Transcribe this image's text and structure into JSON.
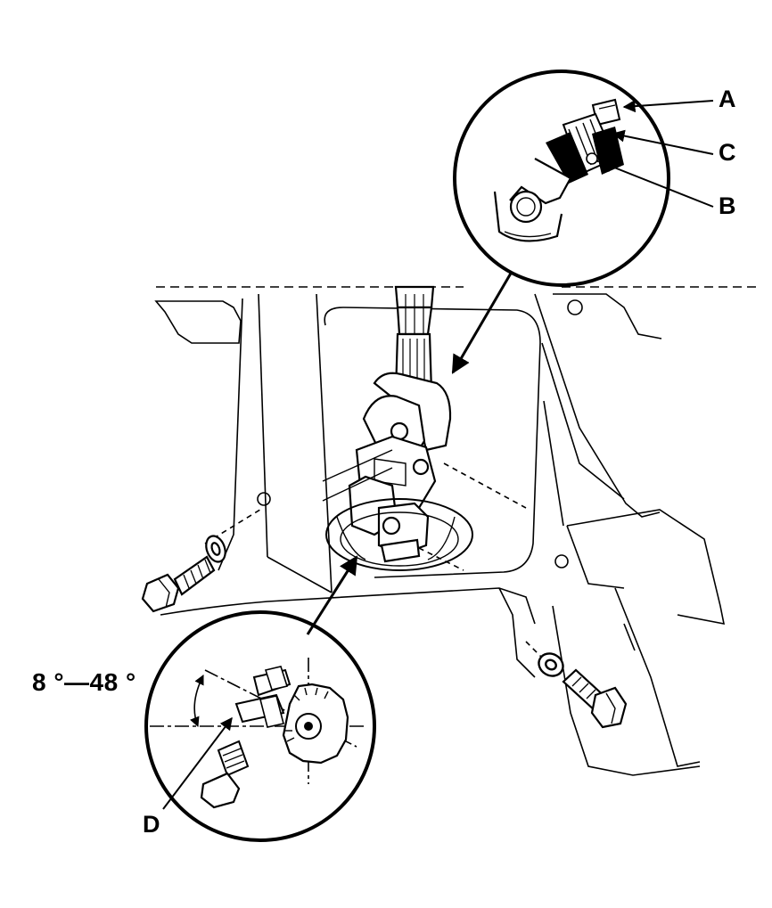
{
  "labels": {
    "a": "A",
    "b": "B",
    "c": "C",
    "d": "D",
    "angle": "8 °—48 °"
  },
  "colors": {
    "ink": "#000000",
    "paper": "#ffffff"
  }
}
